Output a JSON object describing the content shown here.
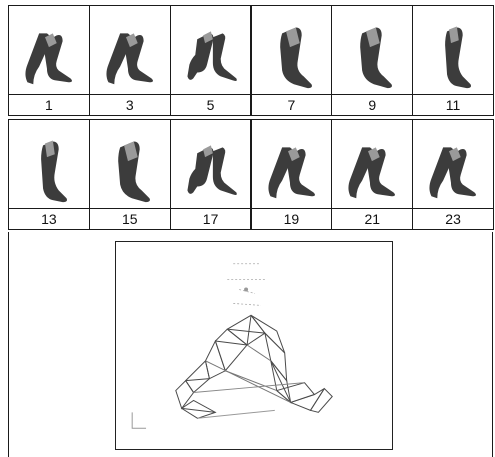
{
  "frames": [
    {
      "label": "1",
      "pose": "open"
    },
    {
      "label": "3",
      "pose": "open"
    },
    {
      "label": "5",
      "pose": "mid"
    },
    {
      "label": "7",
      "pose": "closed"
    },
    {
      "label": "9",
      "pose": "closed"
    },
    {
      "label": "11",
      "pose": "straight"
    },
    {
      "label": "13",
      "pose": "straight"
    },
    {
      "label": "15",
      "pose": "closed"
    },
    {
      "label": "17",
      "pose": "mid"
    },
    {
      "label": "19",
      "pose": "open"
    },
    {
      "label": "21",
      "pose": "open"
    },
    {
      "label": "23",
      "pose": "open"
    }
  ],
  "colors": {
    "limb": "#3c3c3c",
    "limb_light": "#9a9a9a",
    "wire": "#555555"
  }
}
